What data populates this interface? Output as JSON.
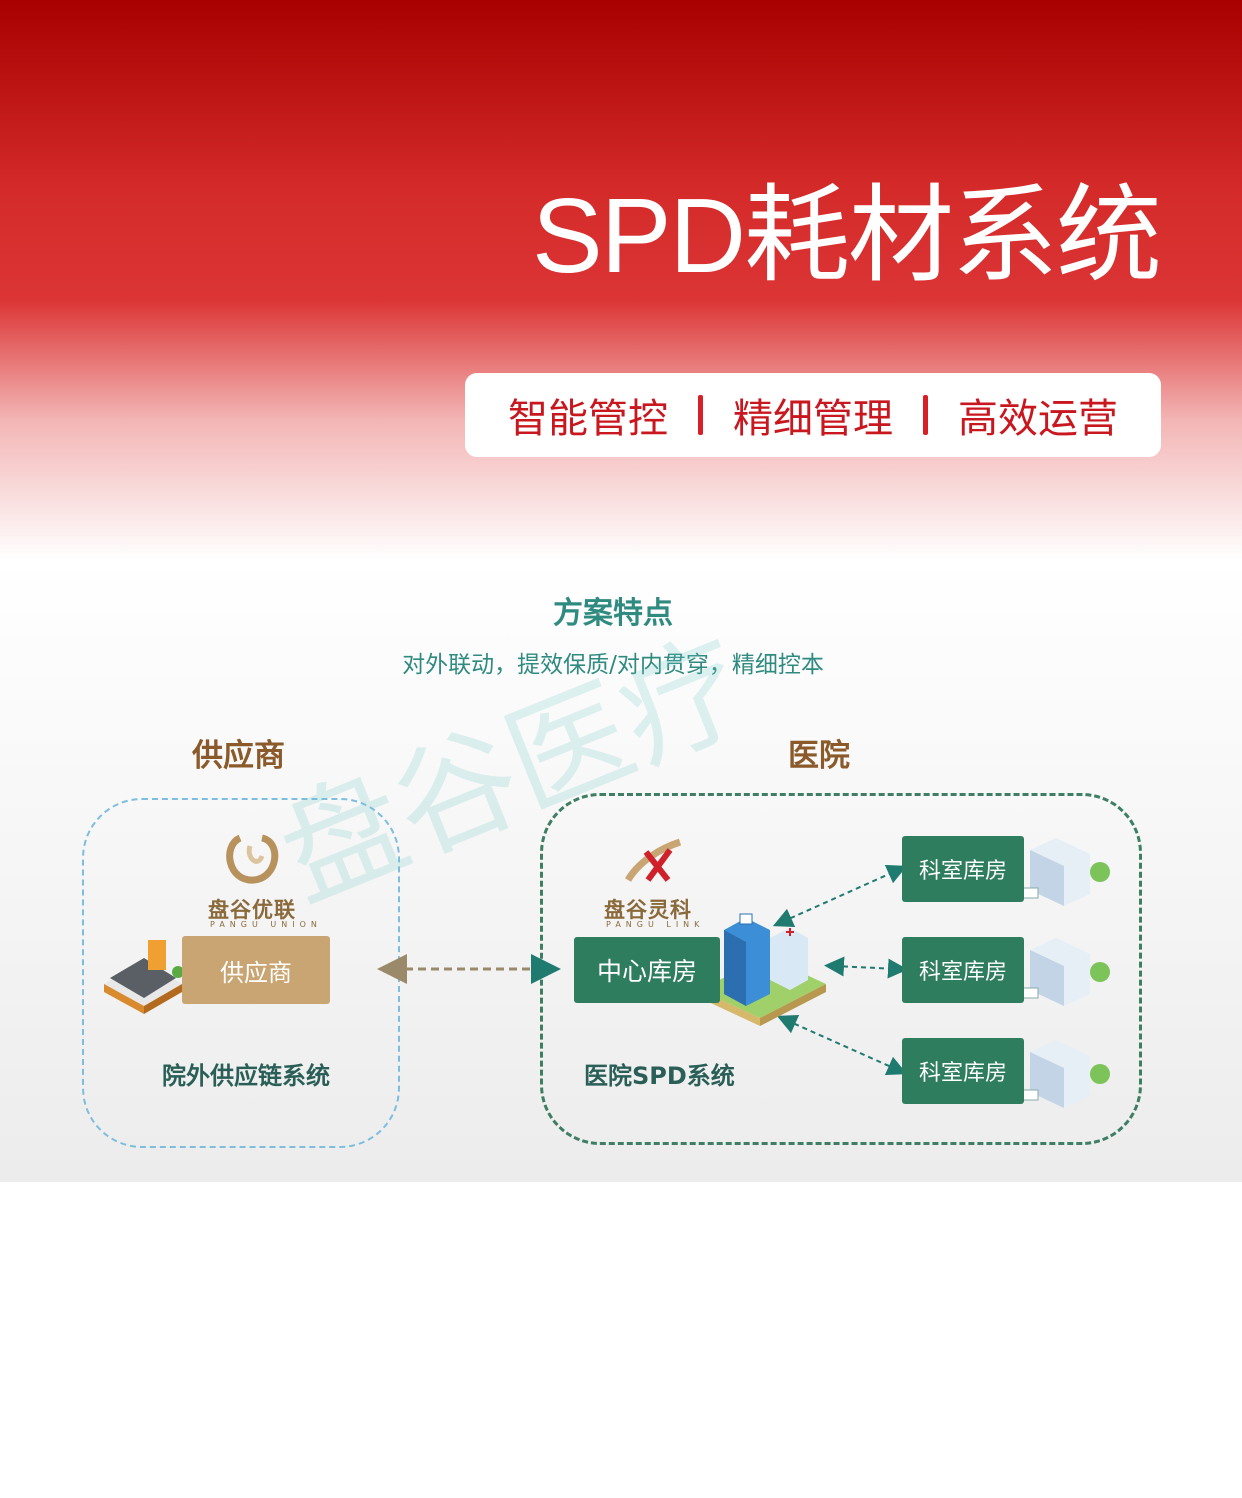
{
  "header": {
    "title": "SPD耗材系统",
    "taglines": [
      "智能管控",
      "精细管理",
      "高效运营"
    ]
  },
  "section": {
    "title": "方案特点",
    "subtitle": "对外联动，提效保质/对内贯穿，精细控本"
  },
  "supplier": {
    "heading": "供应商",
    "logo_text": "盘谷优联",
    "logo_sub": "PANGU UNION",
    "node_label": "供应商",
    "caption": "院外供应链系统"
  },
  "hospital": {
    "heading": "医院",
    "logo_text": "盘谷灵科",
    "logo_sub": "PANGU LINK",
    "central_label": "中心库房",
    "departments": [
      "科室库房",
      "科室库房",
      "科室库房"
    ],
    "caption": "医院SPD系统"
  },
  "watermark": "盘谷医疗",
  "colors": {
    "accent_red": "#d42a2a",
    "brand_green": "#2e7d5e",
    "brand_tan": "#c8a572",
    "teal_text": "#2f8a80"
  }
}
